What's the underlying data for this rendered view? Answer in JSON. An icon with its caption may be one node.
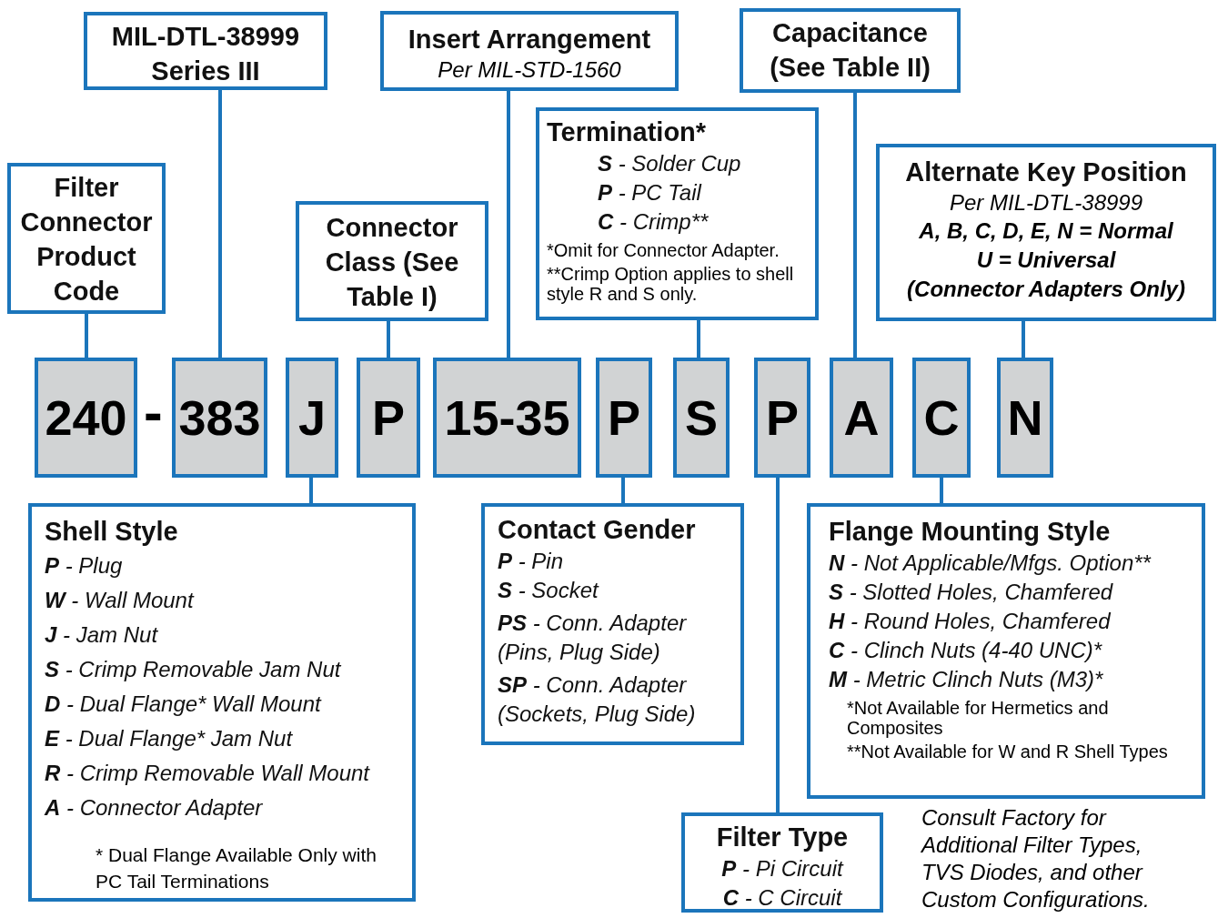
{
  "diagram": {
    "nodes": [
      {
        "text": [
          "MIL-DTL-38999 Series III"
        ]
      },
      {
        "text": [
          "Insert Arrangement",
          "Per MIL-STD-1560"
        ]
      },
      {
        "text": [
          "Capacitance (See Table II)"
        ]
      },
      {
        "text": [
          "Filter Connector Product Code"
        ]
      },
      {
        "text": [
          "Connector Class (See Table I)"
        ]
      },
      {
        "text": [
          "Termination*",
          "S - Solder Cup",
          "P - PC Tail",
          "C - Crimp**",
          "*Omit for Connector Adapter.",
          "**Crimp Option applies to shell style R and S only."
        ]
      },
      {
        "text": [
          "Alternate Key Position",
          "Per MIL-DTL-38999",
          "A, B, C, D, E, N = Normal",
          "U = Universal",
          "(Connector Adapters Only)"
        ]
      },
      {
        "text": [
          "240"
        ]
      },
      {
        "text": [
          "383"
        ]
      },
      {
        "text": [
          "J"
        ]
      },
      {
        "text": [
          "P"
        ]
      },
      {
        "text": [
          "15-35"
        ]
      },
      {
        "text": [
          "P"
        ]
      },
      {
        "text": [
          "S"
        ]
      },
      {
        "text": [
          "P"
        ]
      },
      {
        "text": [
          "A"
        ]
      },
      {
        "text": [
          "C"
        ]
      },
      {
        "text": [
          "N"
        ]
      },
      {
        "text": [
          "Shell Style",
          "P - Plug",
          "W - Wall Mount",
          "J - Jam Nut",
          "S - Crimp Removable Jam Nut",
          "D - Dual Flange* Wall Mount",
          "E - Dual Flange* Jam Nut",
          "R - Crimp Removable Wall Mount",
          "A - Connector Adapter",
          "* Dual Flange Available Only with PC Tail Terminations"
        ]
      },
      {
        "text": [
          "Contact Gender",
          "P - Pin",
          "S - Socket",
          "PS - Conn. Adapter (Pins, Plug Side)",
          "SP - Conn. Adapter (Sockets, Plug Side)"
        ]
      },
      {
        "text": [
          "Flange Mounting Style",
          "N - Not Applicable/Mfgs. Option**",
          "S - Slotted Holes, Chamfered",
          "H - Round Holes, Chamfered",
          "C - Clinch Nuts (4-40 UNC)*",
          "M - Metric Clinch Nuts (M3)*",
          "*Not Available for Hermetics and Composites",
          "**Not Available for W and R Shell Types"
        ]
      },
      {
        "text": [
          "Filter Type",
          "P - Pi Circuit",
          "C - C Circuit"
        ]
      }
    ],
    "edges": [
      {
        "from": 7,
        "to": 3,
        "arrow": "none"
      },
      {
        "from": 8,
        "to": 0,
        "arrow": "none"
      },
      {
        "from": 9,
        "to": 18,
        "arrow": "none"
      },
      {
        "from": 10,
        "to": 4,
        "arrow": "none"
      },
      {
        "from": 11,
        "to": 1,
        "arrow": "none"
      },
      {
        "from": 12,
        "to": 19,
        "arrow": "none"
      },
      {
        "from": 13,
        "to": 5,
        "arrow": "none"
      },
      {
        "from": 14,
        "to": 21,
        "arrow": "none"
      },
      {
        "from": 15,
        "to": 2,
        "arrow": "none"
      },
      {
        "from": 16,
        "to": 20,
        "arrow": "none"
      },
      {
        "from": 17,
        "to": 6,
        "arrow": "none"
      }
    ],
    "labels": [
      "-",
      "Consult Factory for Additional Filter Types, TVS Diodes, and other Custom Configurations."
    ]
  }
}
